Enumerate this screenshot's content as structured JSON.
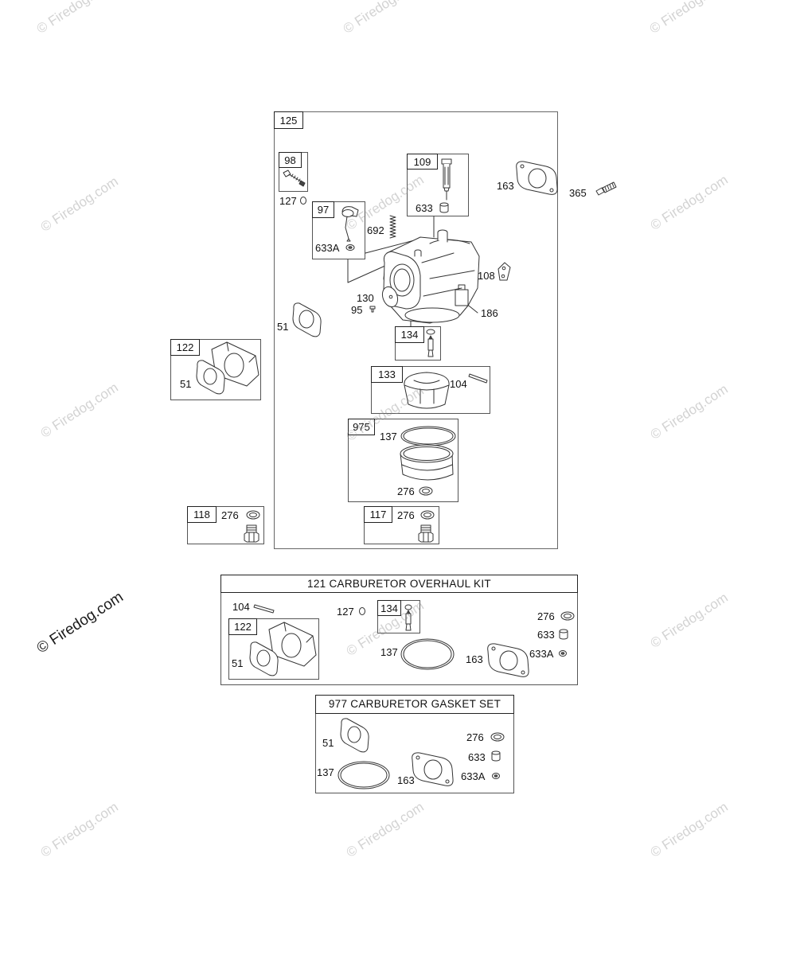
{
  "watermark": "© Firedog.com",
  "assembly_125": {
    "label": "125",
    "kit_98": {
      "label": "98"
    },
    "part_127": "127",
    "kit_109": {
      "label": "109",
      "part_633": "633"
    },
    "part_163": "163",
    "kit_97": {
      "label": "97",
      "part_633A": "633A"
    },
    "part_692": "692",
    "part_108": "108",
    "part_130": "130",
    "part_95": "95",
    "part_186": "186",
    "part_51": "51",
    "kit_134": {
      "label": "134"
    },
    "kit_133": {
      "label": "133",
      "part_104": "104"
    },
    "kit_975": {
      "label": "975",
      "part_137": "137",
      "part_276": "276"
    },
    "kit_117": {
      "label": "117",
      "part_276": "276"
    }
  },
  "part_365": "365",
  "kit_122": {
    "label": "122",
    "part_51": "51"
  },
  "kit_118": {
    "label": "118",
    "part_276": "276"
  },
  "overhaul_kit_121": {
    "title": "121 CARBURETOR OVERHAUL KIT",
    "part_104": "104",
    "part_127": "127",
    "kit_134": {
      "label": "134"
    },
    "kit_122": {
      "label": "122",
      "part_51": "51"
    },
    "part_137": "137",
    "part_163": "163",
    "part_276": "276",
    "part_633": "633",
    "part_633A": "633A"
  },
  "gasket_set_977": {
    "title": "977 CARBURETOR GASKET SET",
    "part_51": "51",
    "part_137": "137",
    "part_163": "163",
    "part_276": "276",
    "part_633": "633",
    "part_633A": "633A"
  }
}
